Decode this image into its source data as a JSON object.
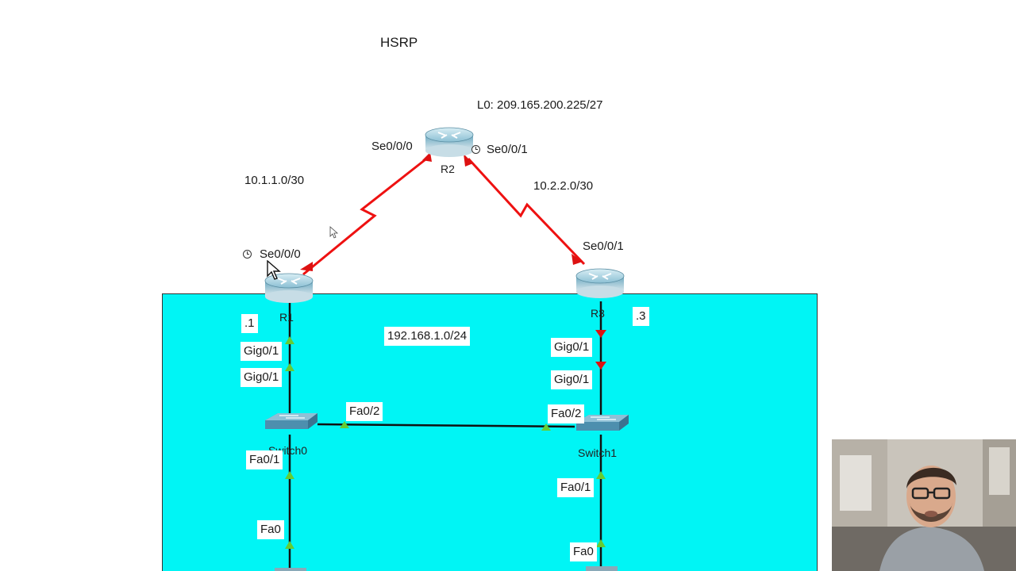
{
  "title": "HSRP",
  "loopback": "L0: 209.165.200.225/27",
  "networks": {
    "r1_r2": "10.1.1.0/30",
    "r2_r3": "10.2.2.0/30",
    "lan": "192.168.1.0/24"
  },
  "routers": {
    "r1": {
      "name": "R1",
      "serial": "Se0/0/0",
      "host_octet": ".1",
      "lan_port": "Gig0/1"
    },
    "r2": {
      "name": "R2",
      "serial_left": "Se0/0/0",
      "serial_right": "Se0/0/1"
    },
    "r3": {
      "name": "R3",
      "serial": "Se0/0/1",
      "host_octet": ".3",
      "lan_port": "Gig0/1"
    }
  },
  "switches": {
    "switch0": {
      "name": "Switch0",
      "uplink": "Gig0/1",
      "trunk": "Fa0/2",
      "access": "Fa0/1"
    },
    "switch1": {
      "name": "Switch1",
      "uplink": "Gig0/1",
      "trunk": "Fa0/2",
      "access": "Fa0/1"
    }
  },
  "pc_ports": {
    "left": "Fa0",
    "right": "Fa0"
  },
  "colors": {
    "lan_area": "#00f5f5",
    "serial_link": "#ee1111",
    "ethernet_link": "#111111",
    "link_up": "#66cc33",
    "link_down": "#dd1111",
    "router_body": "#5f9fb8",
    "switch_body": "#4d8fae"
  },
  "icons": [
    "router-icon",
    "switch-icon",
    "clock-icon",
    "mouse-cursor-icon",
    "webcam-overlay"
  ]
}
